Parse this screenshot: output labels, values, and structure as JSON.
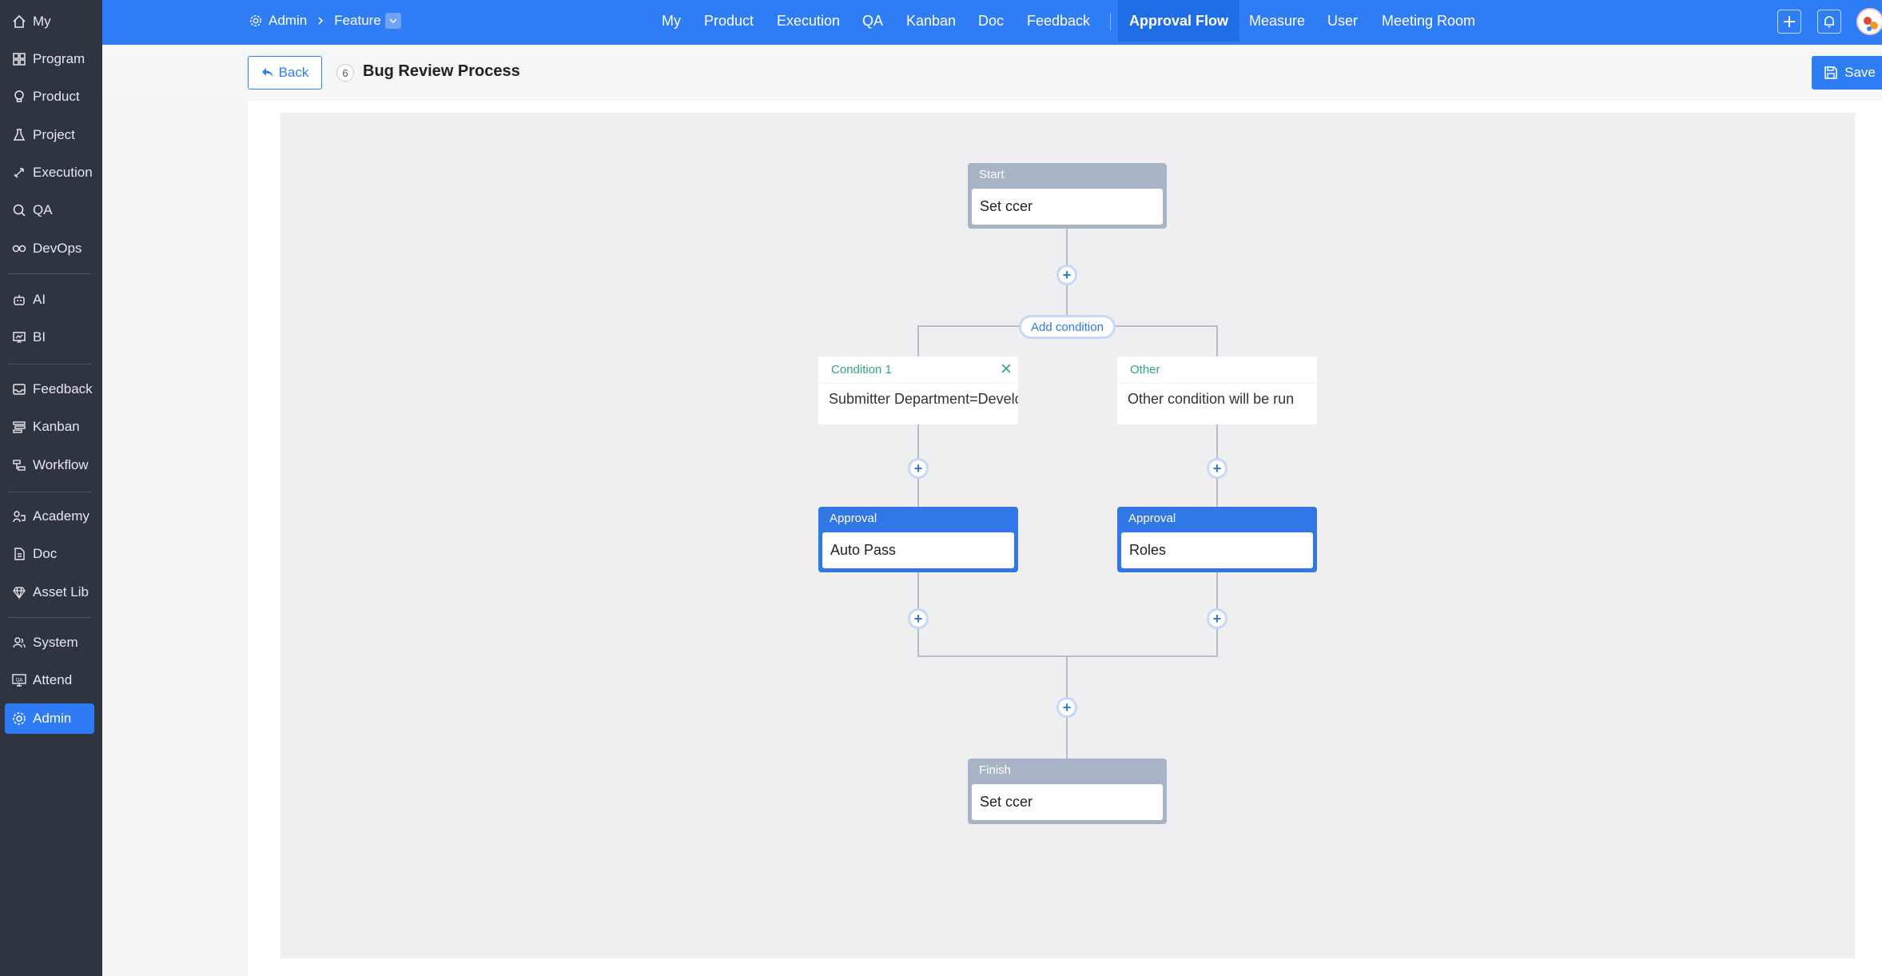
{
  "sidebar": {
    "items": [
      {
        "label": "My",
        "icon": "home-icon"
      },
      {
        "label": "Program",
        "icon": "grid-icon"
      },
      {
        "label": "Product",
        "icon": "bulb-icon"
      },
      {
        "label": "Project",
        "icon": "flask-icon"
      },
      {
        "label": "Execution",
        "icon": "rocket-icon"
      },
      {
        "label": "QA",
        "icon": "search-icon"
      },
      {
        "label": "DevOps",
        "icon": "infinity-icon"
      },
      {
        "label": "AI",
        "icon": "robot-icon"
      },
      {
        "label": "BI",
        "icon": "chart-icon"
      },
      {
        "label": "Feedback",
        "icon": "inbox-icon"
      },
      {
        "label": "Kanban",
        "icon": "kanban-icon"
      },
      {
        "label": "Workflow",
        "icon": "workflow-icon"
      },
      {
        "label": "Academy",
        "icon": "academy-icon"
      },
      {
        "label": "Doc",
        "icon": "doc-icon"
      },
      {
        "label": "Asset Lib",
        "icon": "diamond-icon"
      },
      {
        "label": "System",
        "icon": "users-icon"
      },
      {
        "label": "Attend",
        "icon": "qa-board-icon"
      },
      {
        "label": "Admin",
        "icon": "gear-icon"
      }
    ]
  },
  "topbar": {
    "breadcrumb": {
      "root": "Admin",
      "current": "Feature"
    },
    "nav": [
      "My",
      "Product",
      "Execution",
      "QA",
      "Kanban",
      "Doc",
      "Feedback",
      "Approval Flow",
      "Measure",
      "User",
      "Meeting Room"
    ],
    "active_nav": "Approval Flow"
  },
  "header": {
    "back_label": "Back",
    "flow_id": "6",
    "title": "Bug Review Process",
    "save_label": "Save"
  },
  "flow": {
    "start": {
      "type": "Start",
      "value": "Set ccer"
    },
    "add_condition_label": "Add condition",
    "condition1": {
      "title": "Condition 1",
      "text": "Submitter Department=Develo"
    },
    "other": {
      "title": "Other",
      "text": "Other condition will be run"
    },
    "approval_left": {
      "type": "Approval",
      "value": "Auto Pass"
    },
    "approval_right": {
      "type": "Approval",
      "value": "Roles"
    },
    "finish": {
      "type": "Finish",
      "value": "Set ccer"
    }
  },
  "colors": {
    "sidebar_bg": "#2e3440",
    "topbar_bg": "#2f7df5",
    "accent": "#3178e6",
    "condition_green": "#2fa67a",
    "node_gray": "#a9b3c6"
  }
}
